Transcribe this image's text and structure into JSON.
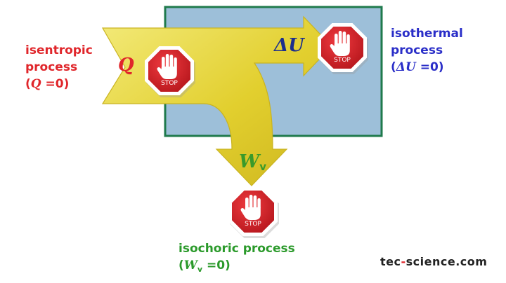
{
  "labels": {
    "isentropic": {
      "line1": "isentropic",
      "line2": "process",
      "cond_prefix": "(",
      "cond_symbol": "Q",
      "cond_suffix": " =0)"
    },
    "isothermal": {
      "line1": "isothermal",
      "line2": "process",
      "cond_prefix": "(",
      "cond_symbol": "ΔU",
      "cond_suffix": " =0)"
    },
    "isochoric": {
      "line1": "isochoric process",
      "cond_prefix": "(",
      "cond_symbol": "W",
      "cond_sub": "v",
      "cond_suffix": " =0)"
    }
  },
  "symbols": {
    "heat": "Q",
    "internal_energy": "ΔU",
    "work": "W",
    "work_sub": "v"
  },
  "stop_sign_text": "STOP",
  "logo": {
    "part1": "tec",
    "part2": "-",
    "part3": "science.com"
  },
  "colors": {
    "box_fill": "#9dbfd9",
    "box_border": "#1f7a4c",
    "arrow_fill": "#e5d23c",
    "stop_red": "#d32027",
    "isentropic": "#e0262b",
    "isothermal": "#2a2ec8",
    "isochoric": "#2b9a2b"
  }
}
